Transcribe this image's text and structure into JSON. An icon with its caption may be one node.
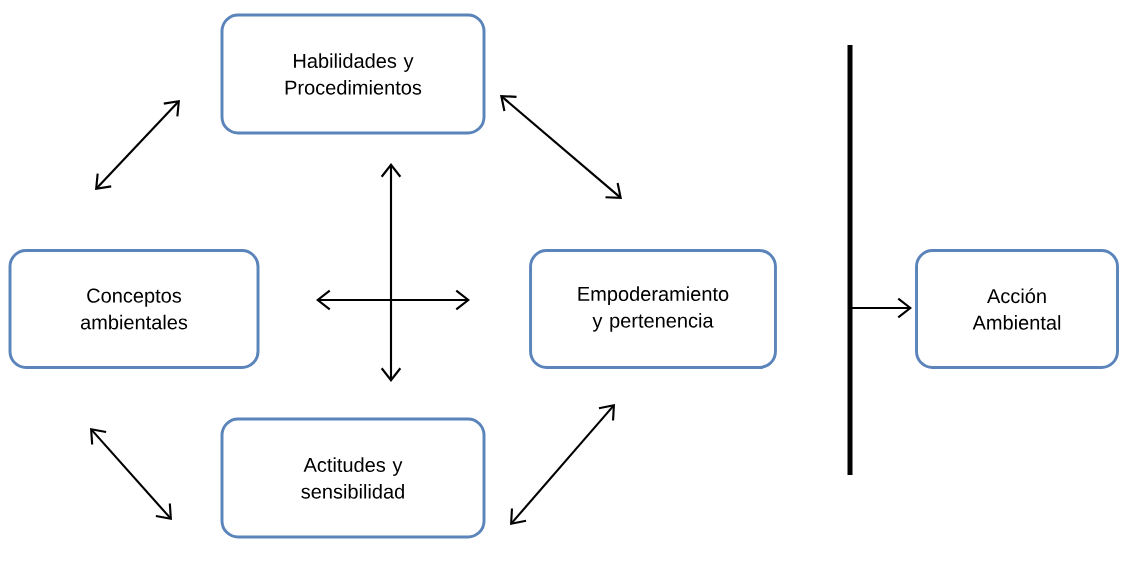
{
  "diagram": {
    "nodes": [
      {
        "text": [
          "Habilidades y Procedimientos"
        ]
      },
      {
        "text": [
          "Conceptos ambientales"
        ]
      },
      {
        "text": [
          "Empoderamiento y pertenencia"
        ]
      },
      {
        "text": [],
        "shape": "bar"
      },
      {
        "text": [
          "Acción Ambiental"
        ]
      },
      {
        "text": [
          "Actitudes y sensibilidad"
        ]
      }
    ],
    "edges": [
      {
        "from": 1,
        "to": 0,
        "arrow": "both"
      },
      {
        "from": 0,
        "to": 2,
        "arrow": "both"
      },
      {
        "from": 0,
        "to": 5,
        "arrow": "both"
      },
      {
        "from": 1,
        "to": 2,
        "arrow": "both"
      },
      {
        "from": 1,
        "to": 5,
        "arrow": "both"
      },
      {
        "from": 5,
        "to": 2,
        "arrow": "both"
      },
      {
        "from": 3,
        "to": 4,
        "arrow": "to"
      }
    ]
  }
}
